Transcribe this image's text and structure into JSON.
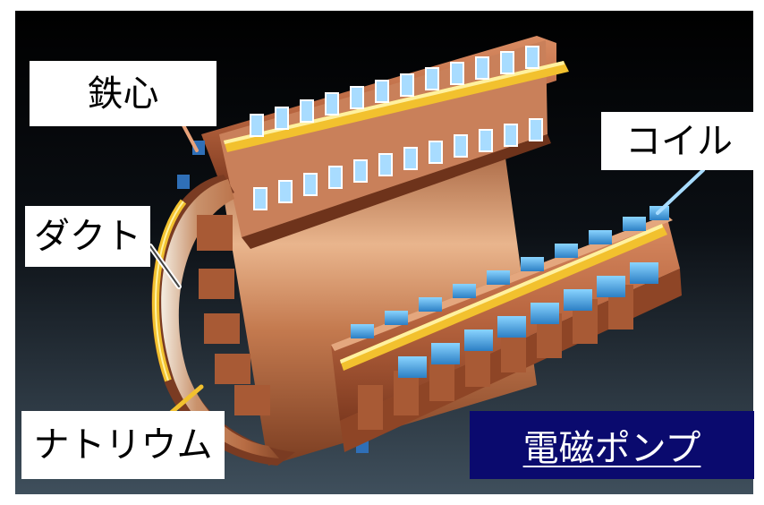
{
  "labels": {
    "core": "鉄心",
    "coil": "コイル",
    "duct": "ダクト",
    "sodium": "ナトリウム"
  },
  "title": "電磁ポンプ",
  "colors": {
    "background_top": "#000000",
    "background_bottom": "#3f4f5c",
    "copper": "#c0704a",
    "coil_blue": "#4aa8e0",
    "sodium_yellow": "#f2c12e",
    "title_bg": "#0a0a6e"
  }
}
